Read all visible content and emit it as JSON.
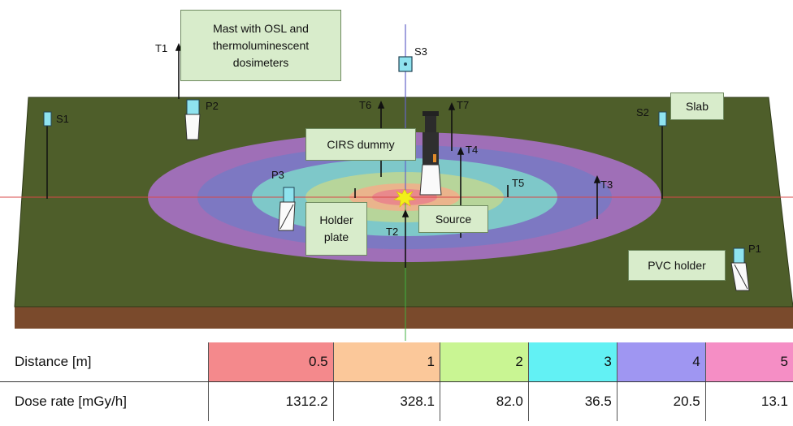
{
  "scene": {
    "labels": {
      "mast": "Mast with OSL and thermoluminescent dosimeters",
      "slab": "Slab",
      "cirs": "CIRS dummy",
      "holder_plate": "Holder plate",
      "source": "Source",
      "pvc_holder": "PVC holder"
    },
    "tags": {
      "T1": "T1",
      "T2": "T2",
      "T3": "T3",
      "T4": "T4",
      "T5": "T5",
      "T6": "T6",
      "T7": "T7",
      "S1": "S1",
      "S2": "S2",
      "S3": "S3",
      "P1": "P1",
      "P2": "P2",
      "P3": "P3"
    },
    "colors": {
      "ground": "#4e5e2a",
      "soil": "#7a4a2c",
      "ring_0_5": "#e9898c",
      "ring_1": "#eab48c",
      "ring_2": "#b7d59a",
      "ring_3": "#7ec8c9",
      "ring_4": "#7d78c2",
      "ring_5": "#9f6fb7"
    }
  },
  "table": {
    "row1_label": "Distance [m]",
    "row2_label": "Dose rate [mGy/h]",
    "columns": [
      {
        "distance": "0.5",
        "dose": "1312.2",
        "color": "#f4898c"
      },
      {
        "distance": "1",
        "dose": "328.1",
        "color": "#fbc89a"
      },
      {
        "distance": "2",
        "dose": "82.0",
        "color": "#c9f593"
      },
      {
        "distance": "3",
        "dose": "36.5",
        "color": "#62f1f4"
      },
      {
        "distance": "4",
        "dose": "20.5",
        "color": "#9f96f2"
      },
      {
        "distance": "5",
        "dose": "13.1",
        "color": "#f58ec5"
      }
    ]
  }
}
